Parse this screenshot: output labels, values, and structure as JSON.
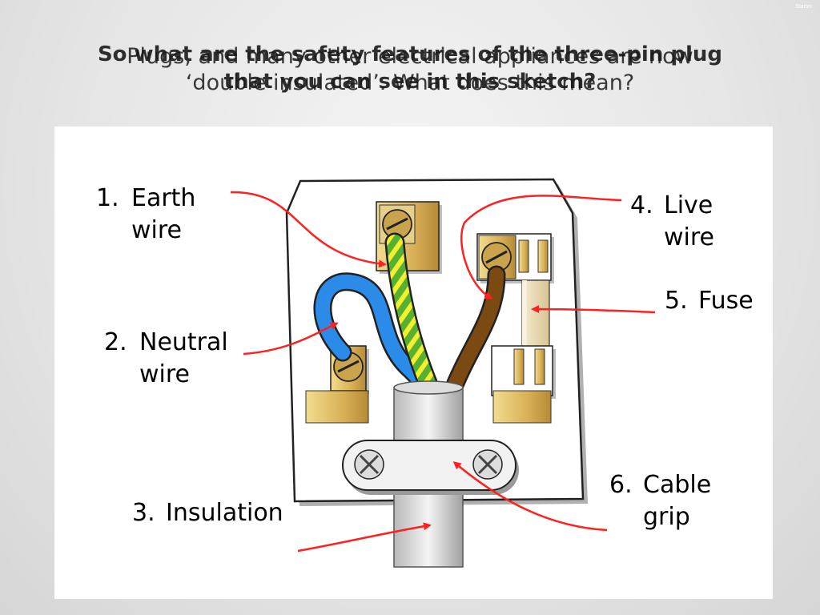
{
  "corner_tag": "Starter",
  "title_a": {
    "line1": "Plugs, and many other electrical appliances are now",
    "line2": "‘double insulated’. What does this mean?"
  },
  "title_b": {
    "line1": "So what are the safety features of the three-pin plug",
    "line2": "that you can see in this sketch?"
  },
  "labels": {
    "earth": {
      "num": "1.",
      "line1": "Earth",
      "line2": "wire"
    },
    "neutral": {
      "num": "2.",
      "line1": "Neutral",
      "line2": "wire"
    },
    "insulation": {
      "num": "3.",
      "line1": "Insulation"
    },
    "live": {
      "num": "4.",
      "line1": "Live",
      "line2": "wire"
    },
    "fuse": {
      "num": "5.",
      "line1": "Fuse"
    },
    "cable_grip": {
      "num": "6.",
      "line1": "Cable",
      "line2": "grip"
    }
  },
  "colors": {
    "arrow": "#ff2020",
    "neutral_wire": "#2a8be8",
    "live_wire": "#7a4a12",
    "earth_green": "#58b030",
    "earth_yellow": "#f2ee30",
    "brass": "#d8b056",
    "plug_body": "#ffffff"
  }
}
